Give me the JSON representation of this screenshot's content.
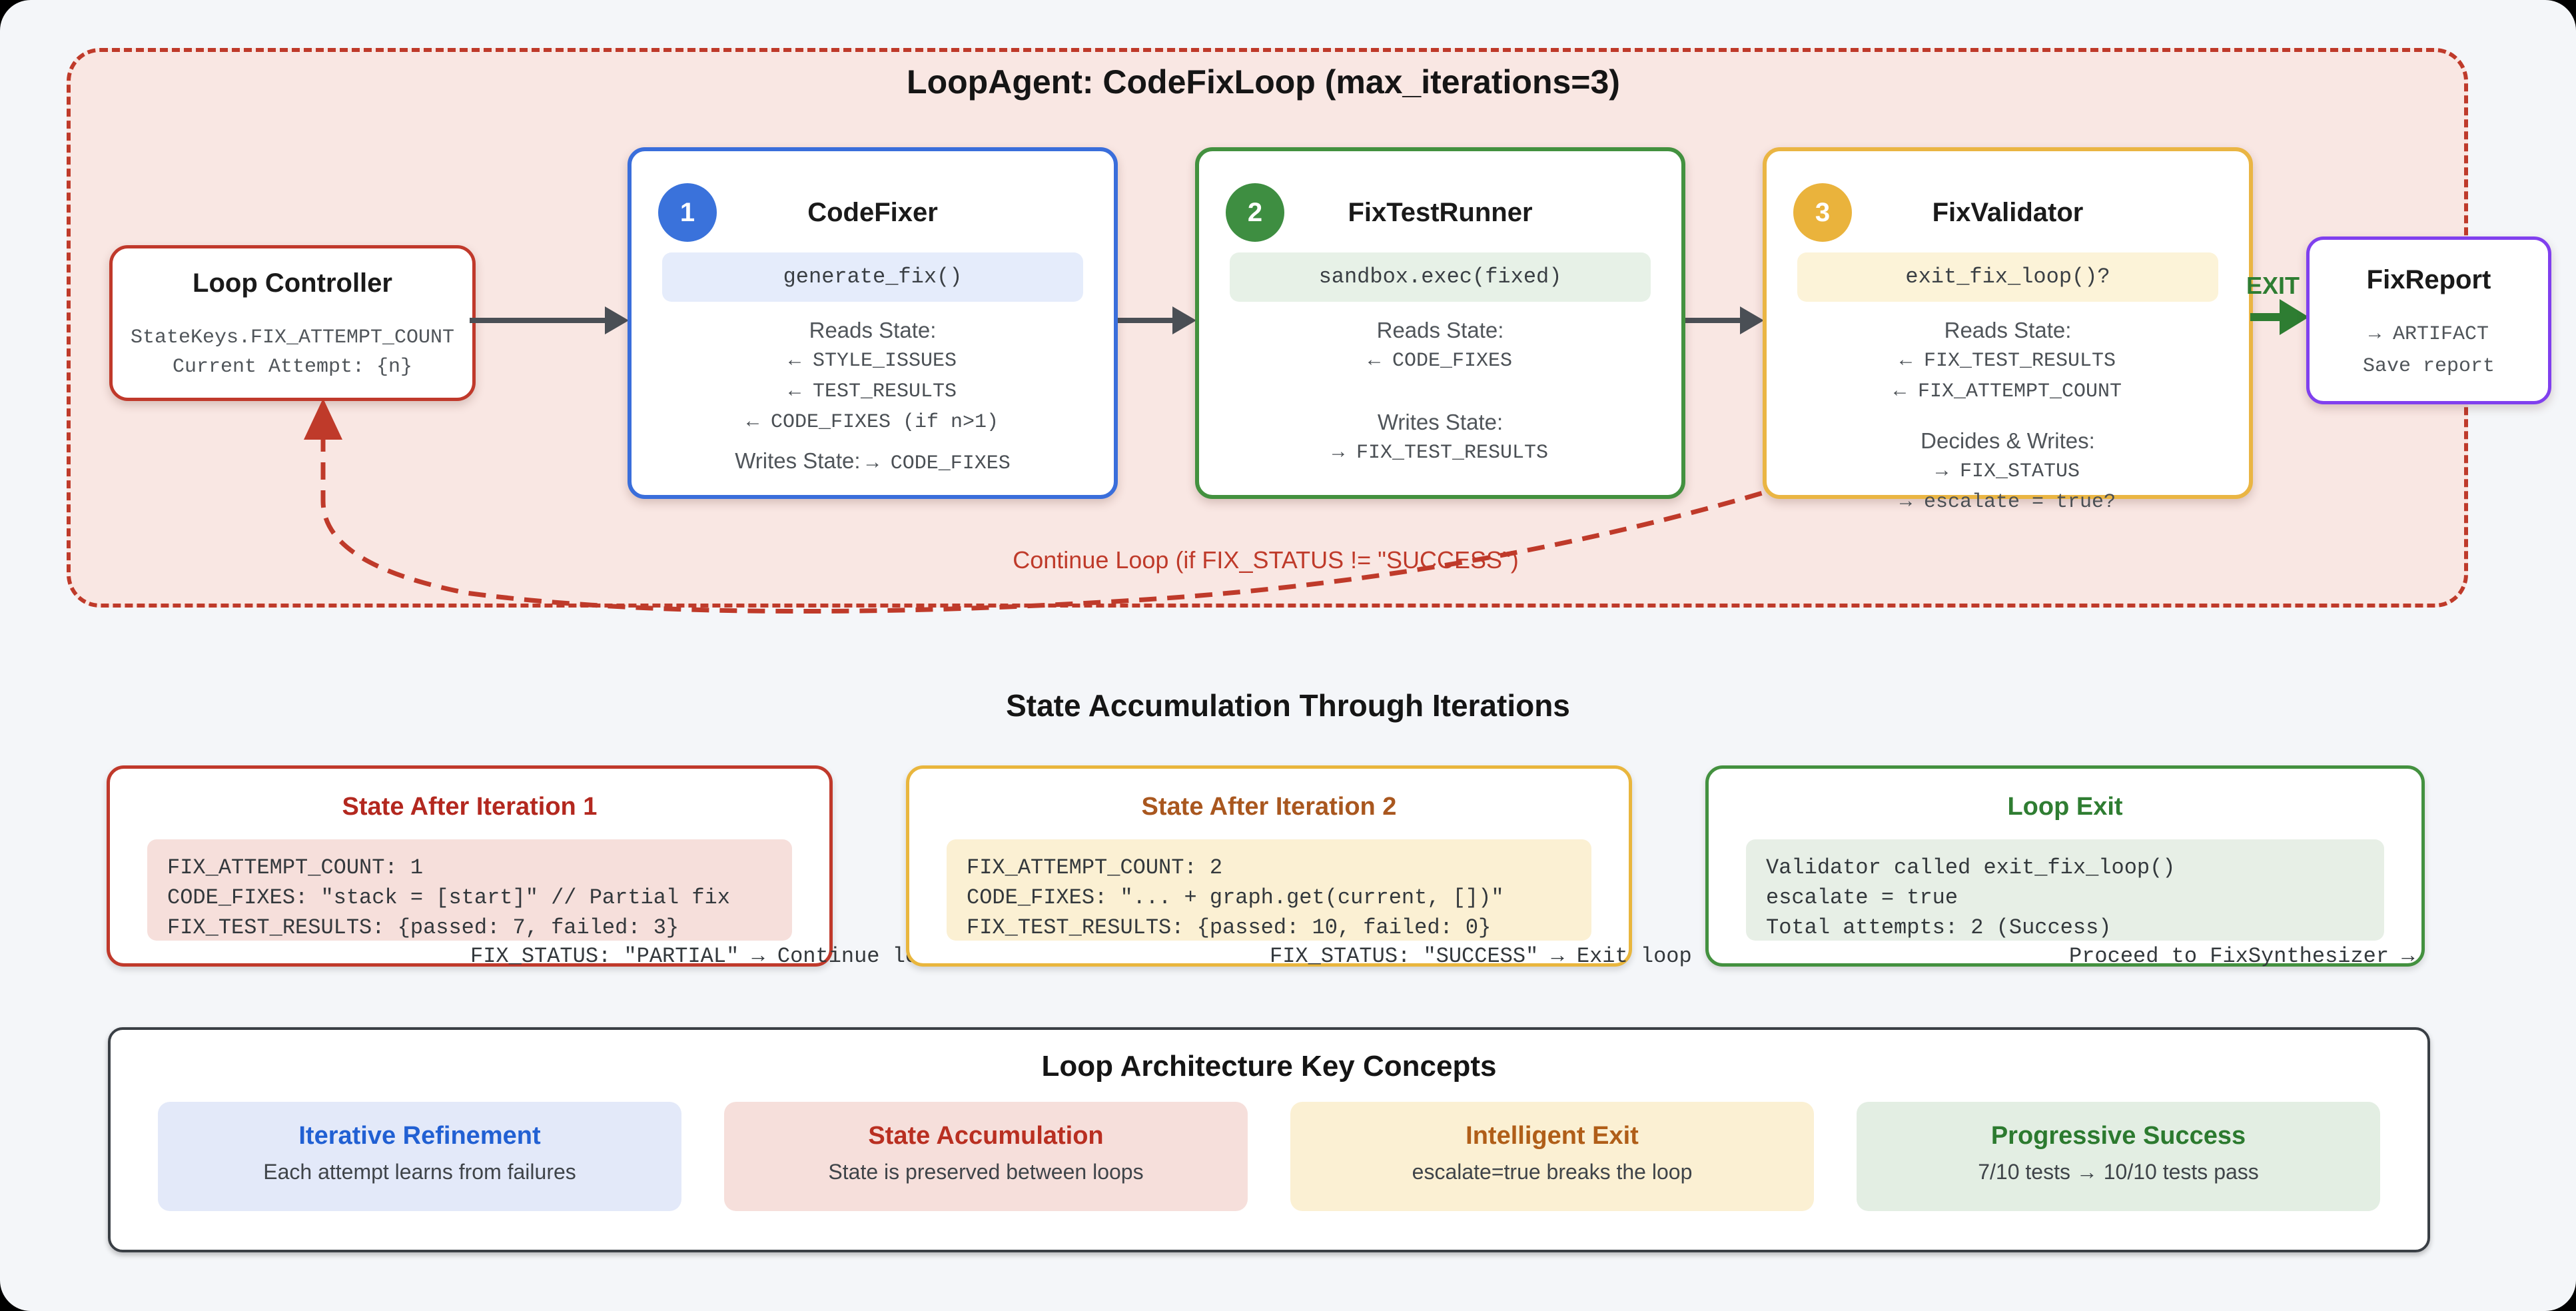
{
  "loop": {
    "title": "LoopAgent: CodeFixLoop (max_iterations=3)",
    "controller": {
      "title": "Loop Controller",
      "lines": [
        "StateKeys.FIX_ATTEMPT_COUNT",
        "Current Attempt: {n}"
      ]
    },
    "agents": [
      {
        "number": "1",
        "title": "CodeFixer",
        "method": "generate_fix()",
        "reads_label": "Reads State:",
        "reads": [
          "← STYLE_ISSUES",
          "← TEST_RESULTS",
          "← CODE_FIXES (if n>1)"
        ],
        "writes_label": "Writes State:",
        "writes_inline": "→ CODE_FIXES"
      },
      {
        "number": "2",
        "title": "FixTestRunner",
        "method": "sandbox.exec(fixed)",
        "reads_label": "Reads State:",
        "reads": [
          "← CODE_FIXES"
        ],
        "writes_label": "Writes State:",
        "writes": [
          "→ FIX_TEST_RESULTS"
        ]
      },
      {
        "number": "3",
        "title": "FixValidator",
        "method": "exit_fix_loop()?",
        "reads_label": "Reads State:",
        "reads": [
          "← FIX_TEST_RESULTS",
          "← FIX_ATTEMPT_COUNT"
        ],
        "writes_label": "Decides & Writes:",
        "writes": [
          "→ FIX_STATUS",
          "→ escalate = true?"
        ]
      }
    ],
    "exit_label": "EXIT",
    "report": {
      "title": "FixReport",
      "lines": [
        "→ ARTIFACT",
        "Save report"
      ]
    },
    "continue_label": "Continue Loop (if FIX_STATUS != \"SUCCESS\")"
  },
  "states_section": {
    "heading": "State Accumulation Through Iterations",
    "boxes": [
      {
        "title": "State After Iteration 1",
        "lines": [
          "FIX_ATTEMPT_COUNT: 1",
          "CODE_FIXES: \"stack = [start]\" // Partial fix",
          "FIX_TEST_RESULTS: {passed: 7, failed: 3}"
        ],
        "status": "FIX_STATUS: \"PARTIAL\" → Continue loop"
      },
      {
        "title": "State After Iteration 2",
        "lines": [
          "FIX_ATTEMPT_COUNT: 2",
          "CODE_FIXES: \"... + graph.get(current, [])\"",
          "FIX_TEST_RESULTS: {passed: 10, failed: 0}"
        ],
        "status": "FIX_STATUS: \"SUCCESS\" → Exit loop"
      },
      {
        "title": "Loop Exit",
        "lines": [
          "Validator called exit_fix_loop()",
          "escalate = true",
          "Total attempts: 2 (Success)"
        ],
        "status": "Proceed to FixSynthesizer →"
      }
    ]
  },
  "concepts_section": {
    "heading": "Loop Architecture Key Concepts",
    "concepts": [
      {
        "title": "Iterative Refinement",
        "desc": "Each attempt learns from failures"
      },
      {
        "title": "State Accumulation",
        "desc": "State is preserved between loops"
      },
      {
        "title": "Intelligent Exit",
        "desc": "escalate=true breaks the loop"
      },
      {
        "title": "Progressive Success",
        "desc": "7/10 tests → 10/10 tests pass"
      }
    ]
  },
  "colors": {
    "container_bg": "#f9e7e3",
    "loop_red": "#bf3a2a",
    "agent_blue": "#3a6edb",
    "agent_green": "#43913f",
    "agent_amber": "#eab543",
    "report_purple": "#8040ee",
    "exit_green": "#2e7d32",
    "arrow_gray": "#4a4f55",
    "page_bg": "#f4f6f9"
  }
}
